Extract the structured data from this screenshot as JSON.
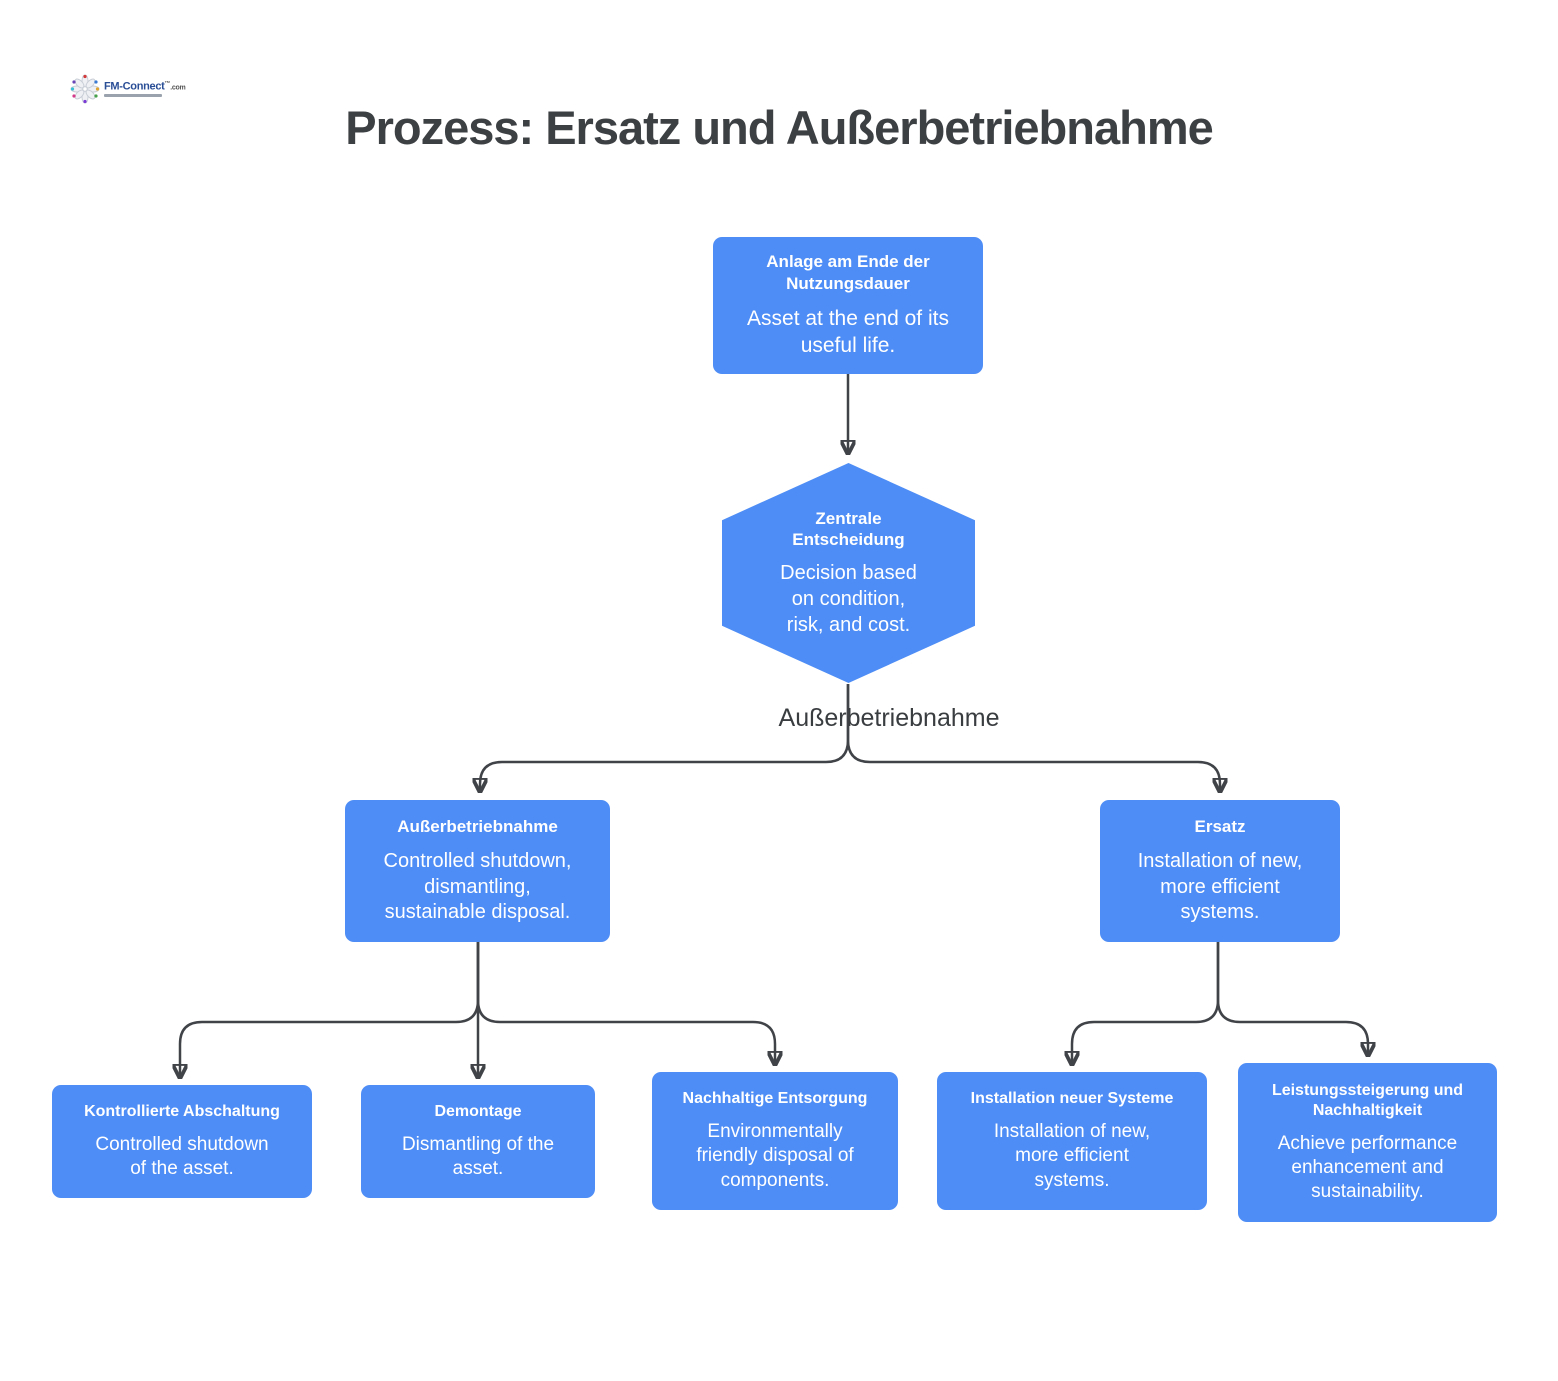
{
  "title": "Prozess: Ersatz und Außerbetriebnahme",
  "logo": {
    "name": "FM-Connect",
    "tld": ".com",
    "tm": "™"
  },
  "diagram": {
    "type": "flowchart",
    "edge_label": "Außerbetriebnahme",
    "nodes": {
      "top": {
        "title": "Anlage am Ende der\nNutzungsdauer",
        "body": "Asset at the end of its\nuseful life."
      },
      "decision": {
        "title": "Zentrale\nEntscheidung",
        "body": "Decision based\non condition,\nrisk, and cost.",
        "shape": "hexagon"
      },
      "left": {
        "title": "Außerbetriebnahme",
        "body": "Controlled shutdown,\ndismantling,\nsustainable disposal."
      },
      "right": {
        "title": "Ersatz",
        "body": "Installation of new,\nmore efficient\nsystems."
      },
      "leaf1": {
        "title": "Kontrollierte Abschaltung",
        "body": "Controlled shutdown\nof the asset."
      },
      "leaf2": {
        "title": "Demontage",
        "body": "Dismantling of the\nasset."
      },
      "leaf3": {
        "title": "Nachhaltige Entsorgung",
        "body": "Environmentally\nfriendly disposal of\ncomponents."
      },
      "leaf4": {
        "title": "Installation neuer Systeme",
        "body": "Installation of new,\nmore efficient\nsystems."
      },
      "leaf5": {
        "title": "Leistungssteigerung und\nNachhaltigkeit",
        "body": "Achieve performance\nenhancement and\nsustainability."
      }
    },
    "edges": [
      {
        "from": "top",
        "to": "decision"
      },
      {
        "from": "decision",
        "to": "left",
        "label": "Außerbetriebnahme"
      },
      {
        "from": "decision",
        "to": "right",
        "label": "Außerbetriebnahme"
      },
      {
        "from": "left",
        "to": "leaf1"
      },
      {
        "from": "left",
        "to": "leaf2"
      },
      {
        "from": "left",
        "to": "leaf3"
      },
      {
        "from": "right",
        "to": "leaf4"
      },
      {
        "from": "right",
        "to": "leaf5"
      }
    ]
  },
  "colors": {
    "node_fill": "#4e8df5",
    "node_text": "#ffffff",
    "edge_line": "#404347",
    "title_text": "#3d4043",
    "background": "#ffffff"
  }
}
